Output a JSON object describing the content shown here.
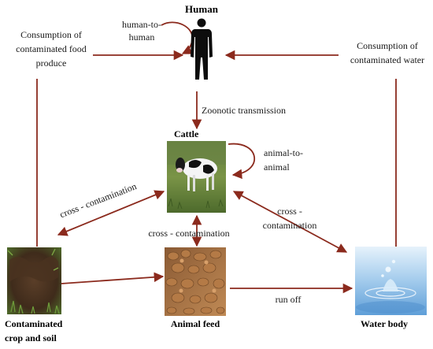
{
  "colors": {
    "arrow": "#8b2a1d",
    "background": "#ffffff"
  },
  "nodes": {
    "human": {
      "label": "Human",
      "icon": "human-silhouette-icon"
    },
    "cattle": {
      "label": "Cattle",
      "icon": "cow-photo"
    },
    "crop_soil": {
      "label_line1": "Contaminated",
      "label_line2": "crop and soil",
      "icon": "soil-photo"
    },
    "animal_feed": {
      "label": "Animal feed",
      "icon": "feed-pellets-photo"
    },
    "water_body": {
      "label": "Water body",
      "icon": "water-drop-photo"
    }
  },
  "edges": {
    "food_produce": {
      "line1": "Consumption of",
      "line2": "contaminated food",
      "line3": "produce"
    },
    "contaminated_water": {
      "line1": "Consumption of",
      "line2": "contaminated water"
    },
    "human_to_human": {
      "line1": "human-to-",
      "line2": "human"
    },
    "zoonotic": {
      "label": "Zoonotic transmission"
    },
    "animal_to_animal": {
      "line1": "animal-to-",
      "line2": "animal"
    },
    "cross_left": {
      "label": "cross - contamination"
    },
    "cross_center": {
      "label": "cross - contamination"
    },
    "cross_right": {
      "line1": "cross -",
      "line2": "contamination"
    },
    "run_off": {
      "label": "run off"
    }
  }
}
